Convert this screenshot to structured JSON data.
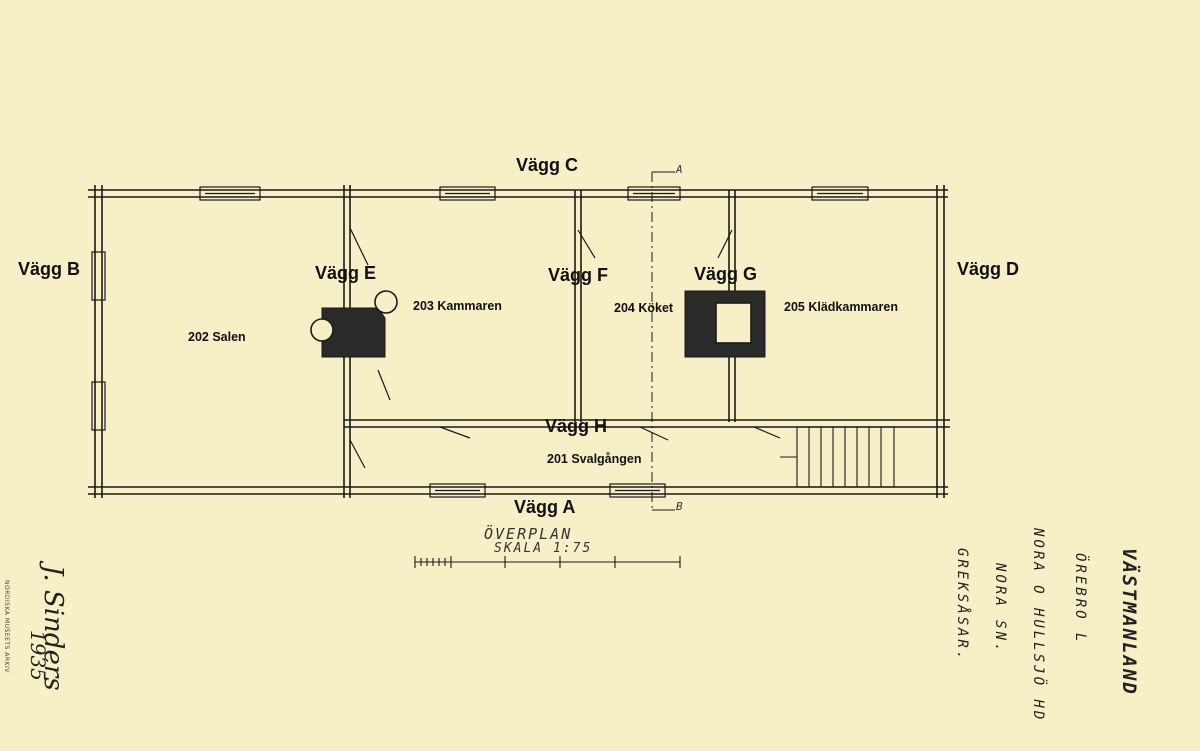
{
  "walls": {
    "a": "Vägg A",
    "b": "Vägg B",
    "c": "Vägg C",
    "d": "Vägg D",
    "e": "Vägg E",
    "f": "Vägg F",
    "g": "Vägg G",
    "h": "Vägg H"
  },
  "rooms": {
    "salen": "202 Salen",
    "kammaren": "203 Kammaren",
    "koket": "204 Köket",
    "kladkammaren": "205 Klädkammaren",
    "svalgangen": "201 Svalgången"
  },
  "drawing": {
    "title": "ÖVERPLAN",
    "scale": "SKALA 1:75",
    "section_mark_top": "A",
    "section_mark_bottom": "B"
  },
  "title_block": {
    "province": "VÄSTMANLAND",
    "county": "ÖREBRO L",
    "district": "NORA O HULLSJÖ HD",
    "parish": "NORA SN.",
    "place": "GREKSÅSAR."
  },
  "signature": {
    "name": "J. Sinders",
    "year": "1935"
  },
  "archive_stamp": "NORDISKA MUSEETS ARKIV",
  "colors": {
    "paper": "#f7efc6",
    "ink": "#1a1a1a"
  }
}
